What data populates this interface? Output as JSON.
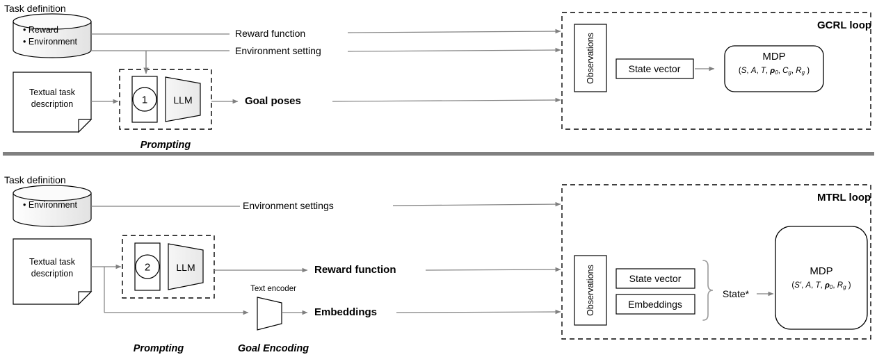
{
  "figure": {
    "divider_color": "#808080",
    "line_color": "#808080",
    "stroke_color": "#000000",
    "shape_fill": "#f0f0f0"
  },
  "top_row": {
    "task_definition_label": "Task definition",
    "datastore": {
      "items": [
        "• Reward",
        "• Environment"
      ]
    },
    "document": {
      "line1": "Textual task",
      "line2": "description"
    },
    "prompting": {
      "number": "1",
      "llm_label": "LLM",
      "caption": "Prompting"
    },
    "flows": {
      "reward_function": "Reward function",
      "environment_setting": "Environment setting",
      "goal_poses": "Goal poses"
    },
    "loop": {
      "title": "GCRL loop",
      "observations": "Observations",
      "state_vector": "State vector",
      "mdp_title": "MDP",
      "mdp_formula_parts": {
        "open": "(",
        "s": "S",
        "a": "A",
        "t": "T",
        "rho": "ρ",
        "rho_sub": "0",
        "c": "C",
        "c_sub": "g",
        "r": "R",
        "r_sub": "g",
        "close": ")"
      }
    }
  },
  "bottom_row": {
    "task_definition_label": "Task definition",
    "datastore": {
      "items": [
        "• Environment"
      ]
    },
    "document": {
      "line1": "Textual task",
      "line2": "description"
    },
    "prompting": {
      "number": "2",
      "llm_label": "LLM",
      "caption": "Prompting"
    },
    "goal_encoding": {
      "encoder_label": "Text encoder",
      "caption": "Goal Encoding"
    },
    "flows": {
      "environment_settings": "Environment settings",
      "reward_function": "Reward function",
      "embeddings": "Embeddings"
    },
    "loop": {
      "title": "MTRL loop",
      "observations": "Observations",
      "state_vector": "State vector",
      "embeddings": "Embeddings",
      "state_star": "State*",
      "mdp_title": "MDP",
      "mdp_formula_parts": {
        "open": "(",
        "s": "S′",
        "a": "A",
        "t": "T",
        "rho": "ρ",
        "rho_sub": "0",
        "r": "R",
        "r_sub": "g",
        "close": ")"
      }
    }
  }
}
